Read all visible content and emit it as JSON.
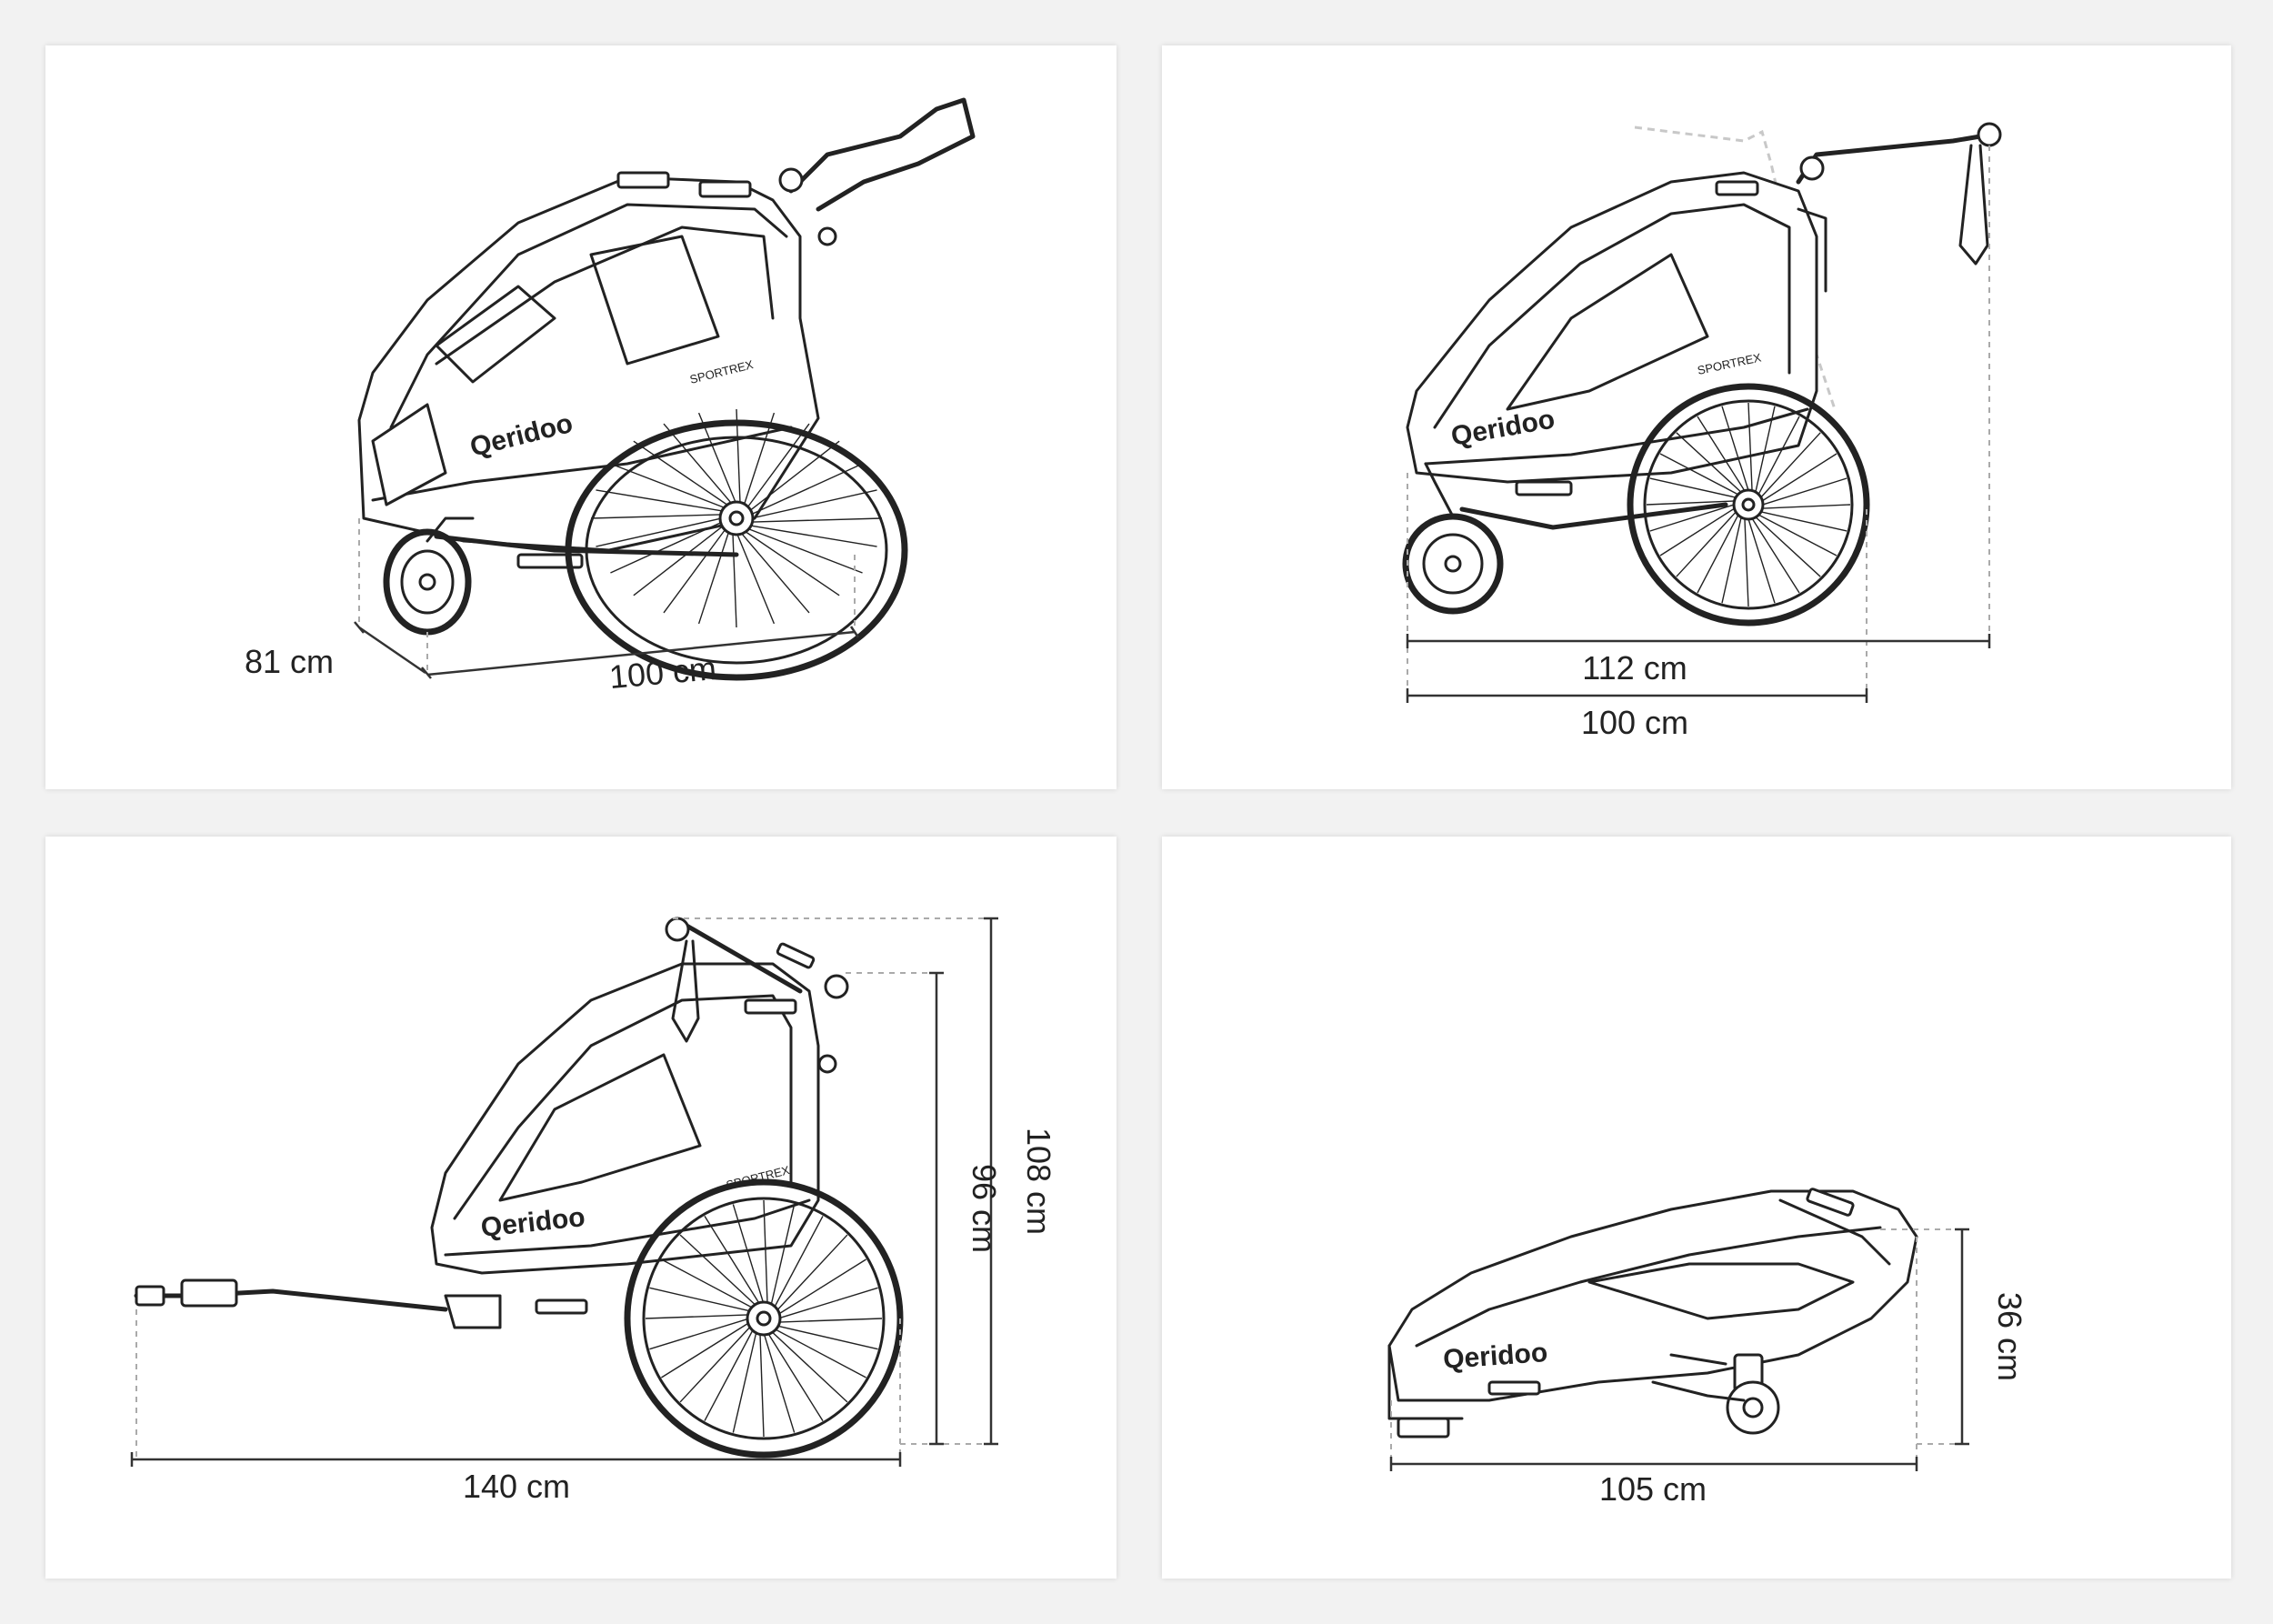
{
  "panels": [
    {
      "id": "perspective",
      "brand": "Qeridoo",
      "model": "SPORTREX",
      "dimensions": {
        "width": "81 cm",
        "length": "100 cm"
      }
    },
    {
      "id": "side-stroller",
      "brand": "Qeridoo",
      "model": "SPORTREX",
      "dimensions": {
        "length_with_handle": "112 cm",
        "length": "100 cm"
      }
    },
    {
      "id": "side-trailer",
      "brand": "Qeridoo",
      "model": "SPORTREX",
      "dimensions": {
        "height_handle": "108 cm",
        "height": "96 cm",
        "length": "140 cm"
      }
    },
    {
      "id": "folded",
      "brand": "Qeridoo",
      "dimensions": {
        "height": "36 cm",
        "length": "105 cm"
      }
    }
  ]
}
